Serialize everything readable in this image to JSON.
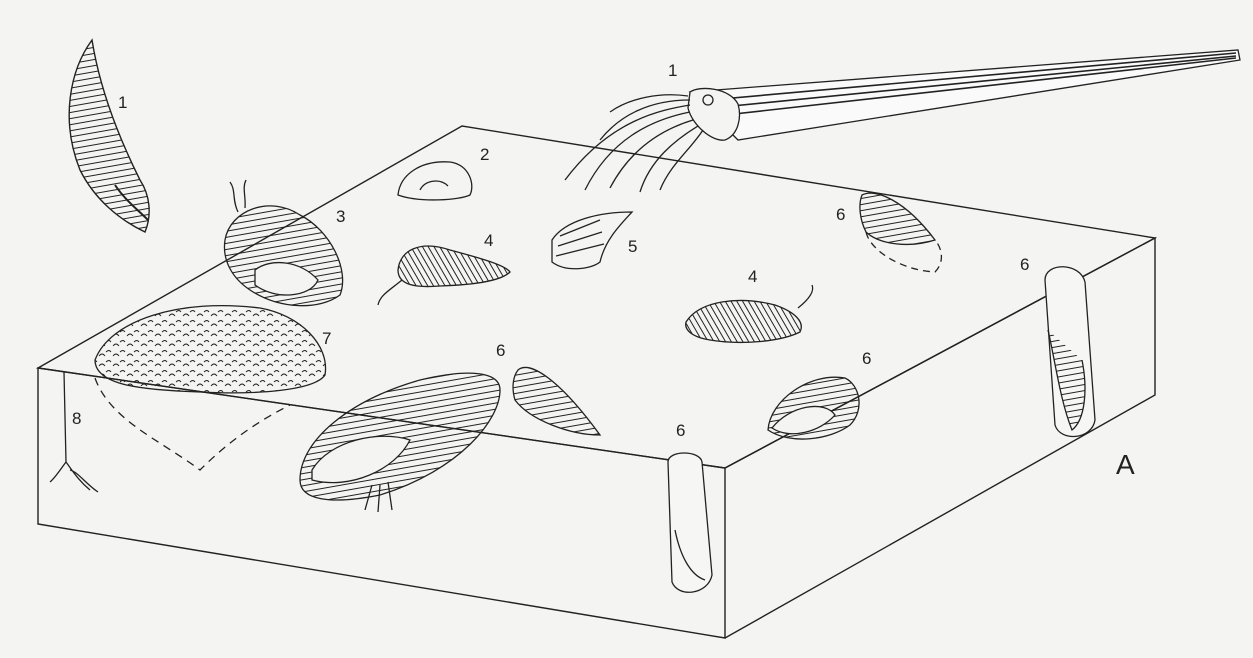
{
  "labels": {
    "l1_left": "1",
    "l1_top": "1",
    "l2": "2",
    "l3": "3",
    "l4_a": "4",
    "l4_b": "4",
    "l5": "5",
    "l6_a": "6",
    "l6_b": "6",
    "l6_c": "6",
    "l6_d": "6",
    "l6_e": "6",
    "l7": "7",
    "l8": "8"
  },
  "panel_letter": "A"
}
